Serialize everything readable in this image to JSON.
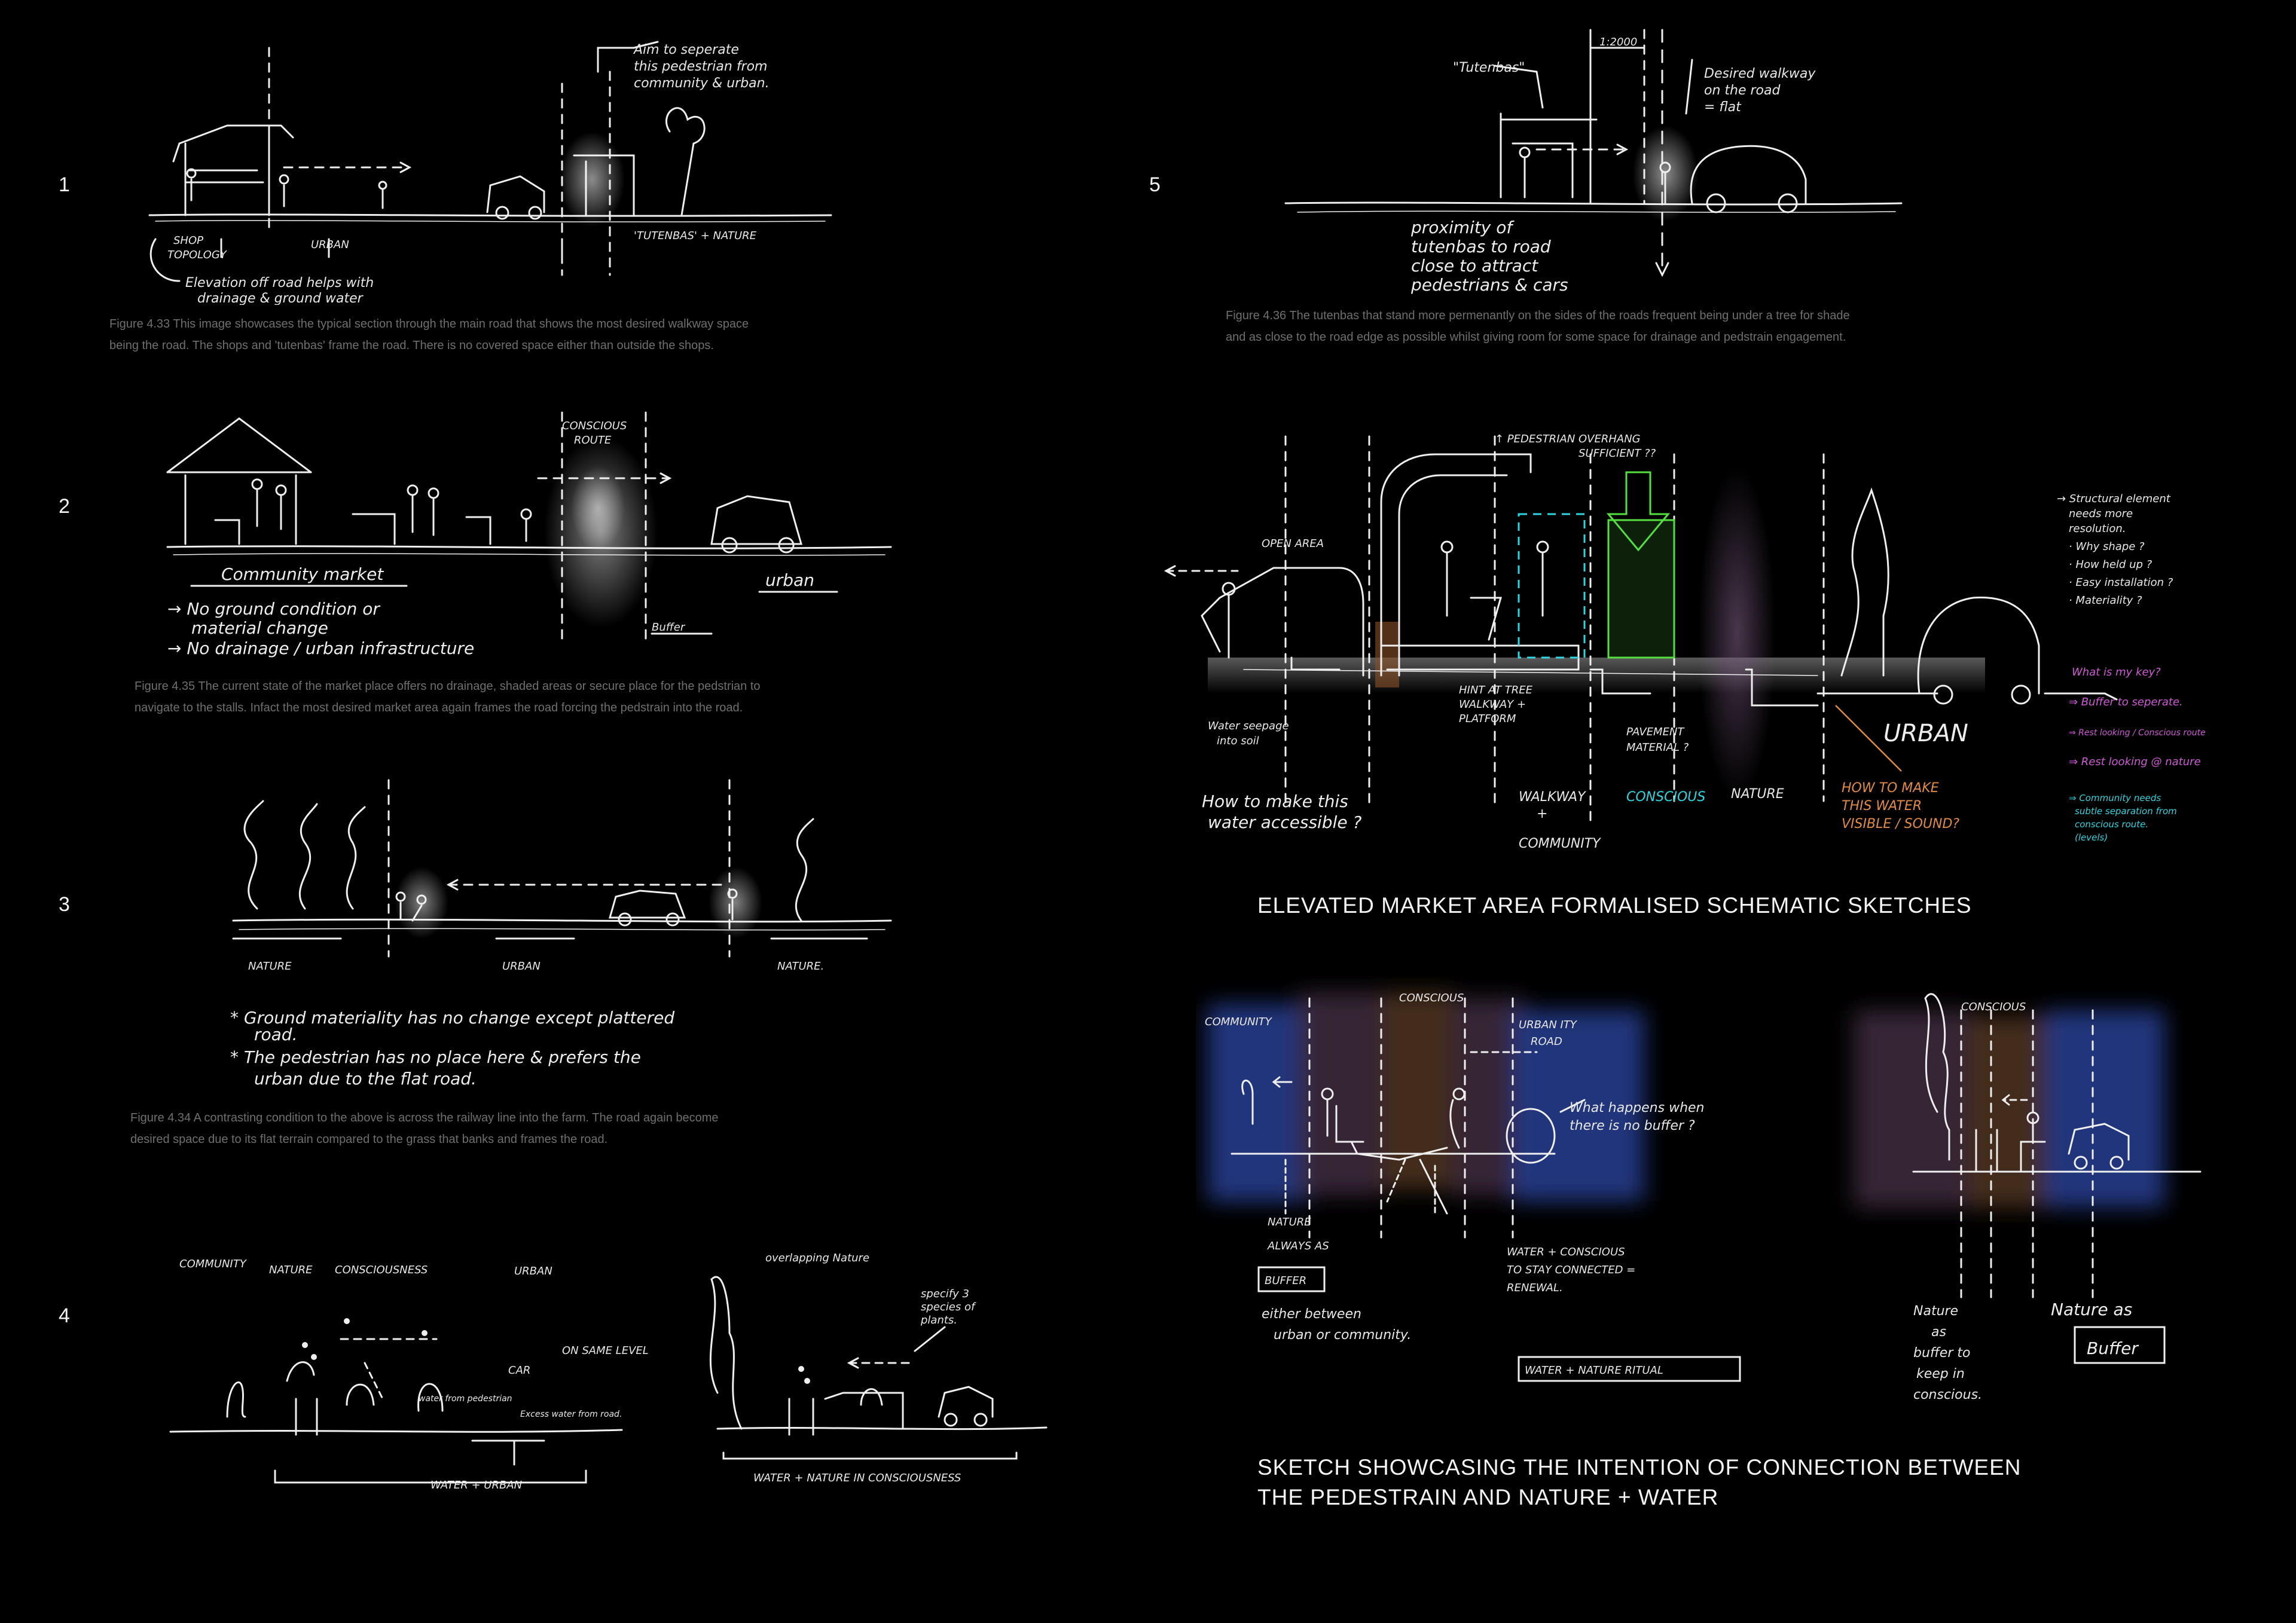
{
  "left": {
    "numbers": [
      "1",
      "2",
      "3",
      "4"
    ],
    "captions": [
      {
        "line1": "Figure 4.33 This image showcases the typical section through the main road that shows the most desired walkway space",
        "line2": "being the road. The shops and 'tutenbas' frame the road. There is no covered space either than outside the shops."
      },
      {
        "line1": "Figure 4.35 The current state of the market place offers no drainage, shaded areas or secure place for the pedstrian to",
        "line2": "navigate to the stalls. Infact the most desired market area again frames the road forcing the pedstrain into the road."
      },
      {
        "line1": "Figure 4.34 A contrasting condition to the above is across the railway line into the farm. The road again become",
        "line2": "desired space due to its flat terrain compared to the grass that banks and frames the road."
      }
    ],
    "sketch1": {
      "aim": "Aim to seperate",
      "aim2": "this pedestrian from",
      "aim3": "community & urban.",
      "shop": "SHOP",
      "topology": "TOPOLOGY",
      "urban": "URBAN",
      "tutenbas_nature": "'TUTENBAS' + NATURE",
      "elev1": "Elevation off road helps with",
      "elev2": "drainage & ground water"
    },
    "sketch2": {
      "conscious": "CONSCIOUS",
      "route": "ROUTE",
      "community_market": "Community market",
      "urban": "urban",
      "buffer": "Buffer",
      "note1": "→ No ground condition or",
      "note1b": "material change",
      "note2": "→ No drainage / urban infrastructure"
    },
    "sketch3": {
      "nature_l": "NATURE",
      "urban": "URBAN",
      "nature_r": "NATURE.",
      "note1": "* Ground materiality has no change except plattered",
      "note1b": "road.",
      "note2": "* The pedestrian has no place here & prefers the",
      "note2b": "urban due to the flat road."
    },
    "sketch4": {
      "community": "COMMUNITY",
      "nature": "NATURE",
      "consciousness": "CONSCIOUSNESS",
      "urban": "URBAN",
      "same_level": "ON SAME LEVEL",
      "car": "CAR",
      "water_urban": "WATER + URBAN",
      "overlapping": "overlapping Nature",
      "specify1": "specify 3",
      "specify2": "species of",
      "specify3": "plants.",
      "water_nature": "WATER + NATURE IN CONSCIOUSNESS",
      "water_pedestrian": "water from pedestrian",
      "excess": "Excess water from road."
    }
  },
  "right": {
    "number5": "5",
    "caption5": {
      "line1": "Figure 4.36 The tutenbas that stand more permenantly on the sides of the roads frequent being under a tree for shade",
      "line2": "and as close to the road edge as possible whilst giving room for some space for drainage and pedstrain engagement."
    },
    "sketch5": {
      "tutenbas": "\"Tutenbas\"",
      "dim": "1:2000",
      "desired1": "Desired walkway",
      "desired2": "on the road",
      "desired3": "= flat",
      "prox1": "proximity of",
      "prox2": "tutenbas to road",
      "prox3": "close to attract",
      "prox4": "pedestrians & cars"
    },
    "elevated": {
      "heading": "ELEVATED MARKET AREA FORMALISED SCHEMATIC SKETCHES",
      "overhang1": "↑ PEDESTRIAN OVERHANG",
      "overhang2": "SUFFICIENT ??",
      "open_area": "OPEN AREA",
      "hint1": "HINT AT TREE",
      "hint2": "WALKWAY +",
      "hint3": "PLATFORM",
      "pavement1": "PAVEMENT",
      "pavement2": "MATERIAL ?",
      "urban": "URBAN",
      "seepage1": "Water seepage",
      "seepage2": "into soil",
      "access1": "How to make this",
      "access2": "water accessible ?",
      "walkway1": "WALKWAY",
      "walkway2": "+",
      "walkway3": "COMMUNITY",
      "conscious": "CONSCIOUS",
      "nature": "NATURE",
      "visible1": "HOW TO MAKE",
      "visible2": "THIS WATER",
      "visible3": "VISIBLE / SOUND?",
      "notes": [
        "→ Structural element",
        "needs more",
        "resolution.",
        "· Why shape ?",
        "· How held up ?",
        "· Easy installation ?",
        "· Materiality ?"
      ],
      "pink_notes": [
        "What is my key?",
        "⇒ Buffer to seperate.",
        "⇒ Rest looking / Conscious route",
        "⇒ Rest looking @ nature"
      ],
      "cyan_notes": [
        "⇒ Community needs",
        "subtle separation from",
        "conscious route.",
        "(levels)"
      ]
    },
    "connection": {
      "heading1": "SKETCH SHOWCASING THE INTENTION OF CONNECTION BETWEEN",
      "heading2": "THE PEDESTRAIN AND NATURE + WATER",
      "community": "COMMUNITY",
      "conscious": "CONSCIOUS",
      "urban1": "URBAN ITY",
      "urban2": "ROAD",
      "buffer_q1": "What happens when",
      "buffer_q2": "there is no buffer ?",
      "nature1": "NATURE",
      "nature2": "ALWAYS AS",
      "buffer": "BUFFER",
      "either1": "either between",
      "either2": "urban or community.",
      "water1": "WATER + CONSCIOUS",
      "water2": "TO STAY CONNECTED =",
      "water3": "RENEWAL.",
      "ritual": "WATER + NATURE RITUAL",
      "conscious_r": "CONSCIOUS",
      "nature_buf1": "Nature",
      "nature_buf2": "as",
      "nature_buf3": "buffer to",
      "nature_buf4": "keep in",
      "nature_buf5": "conscious.",
      "nature_as": "Nature as",
      "buffer2": "Buffer"
    }
  }
}
